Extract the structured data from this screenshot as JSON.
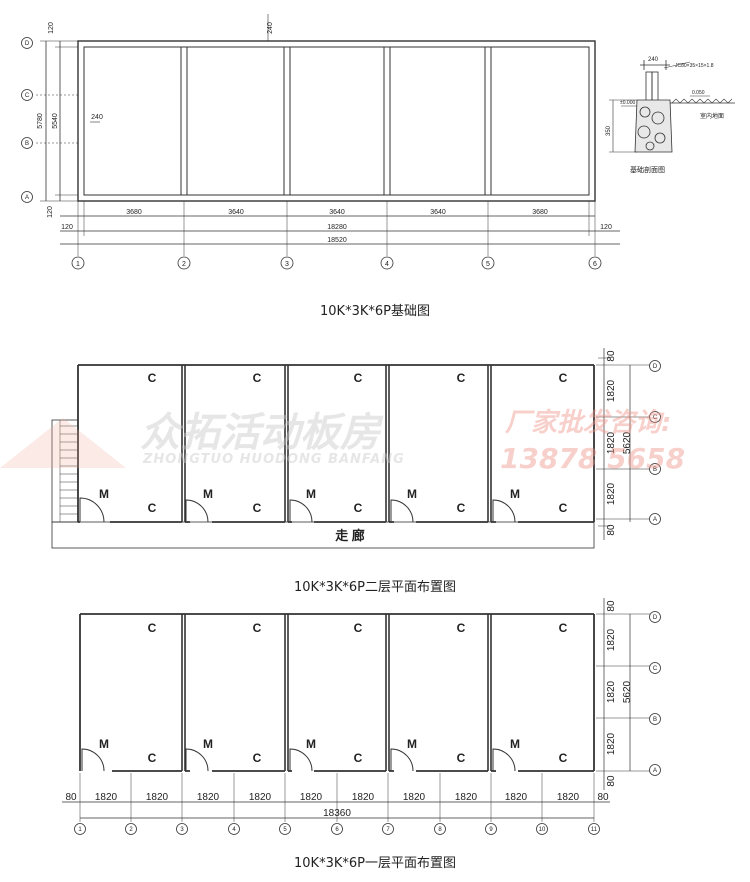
{
  "foundation": {
    "caption": "10K*3K*6P基础图",
    "top_dim": "240",
    "top_wall": "120",
    "bottom_wall": "120",
    "inner_wall": "240",
    "height_total": "5780",
    "height_inner": "5540",
    "row_axes": [
      "D",
      "C",
      "B",
      "A"
    ],
    "bay_dims": [
      "3680",
      "3640",
      "3640",
      "3640",
      "3680"
    ],
    "inner_total": "18280",
    "overall_total": "18520",
    "end_left": "120",
    "end_right": "120",
    "col_axes": [
      "1",
      "2",
      "3",
      "4",
      "5",
      "6"
    ],
    "section": {
      "caption": "基础剖面图",
      "width_dim": "240",
      "spec": "JC80×35×15×1.8",
      "level_zero": "±0.000",
      "level_ground": "0.050",
      "height_dim": "350",
      "floor_label": "室内地面"
    }
  },
  "second_floor": {
    "caption": "10K*3K*6P二层平面布置图",
    "corridor_label": "走 廊",
    "room_top_marks": [
      "C",
      "C",
      "C",
      "C",
      "C"
    ],
    "room_bottom_marks": [
      "C",
      "C",
      "C",
      "C",
      "C"
    ],
    "door_marks": [
      "M",
      "M",
      "M",
      "M",
      "M"
    ],
    "row_axes": [
      "D",
      "C",
      "B",
      "A"
    ],
    "right_dims": [
      "80",
      "1820",
      "1820",
      "1820",
      "80"
    ],
    "right_total": "5620"
  },
  "first_floor": {
    "caption": "10K*3K*6P一层平面布置图",
    "room_top_marks": [
      "C",
      "C",
      "C",
      "C",
      "C"
    ],
    "room_bottom_marks": [
      "C",
      "C",
      "C",
      "C",
      "C"
    ],
    "door_marks": [
      "M",
      "M",
      "M",
      "M",
      "M"
    ],
    "row_axes": [
      "D",
      "C",
      "B",
      "A"
    ],
    "right_dims": [
      "80",
      "1820",
      "1820",
      "1820",
      "80"
    ],
    "right_total": "5620",
    "bottom_dims": [
      "80",
      "1820",
      "1820",
      "1820",
      "1820",
      "1820",
      "1820",
      "1820",
      "1820",
      "1820",
      "1820",
      "80"
    ],
    "bottom_total": "18360",
    "col_axes": [
      "1",
      "2",
      "3",
      "4",
      "5",
      "6",
      "7",
      "8",
      "9",
      "10",
      "11"
    ]
  },
  "watermark": {
    "brand": "众拓活动板房",
    "brand_pinyin": "ZHONGTUO HUODONG BANFANG",
    "contact": "厂家批发咨询:",
    "phone": "13878  5658"
  }
}
